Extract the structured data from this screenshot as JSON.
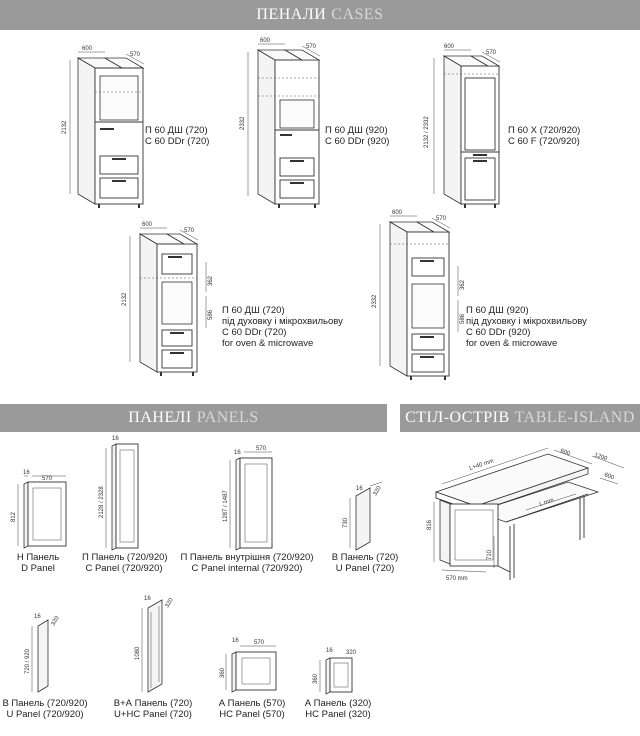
{
  "sections": {
    "cases": {
      "title_ua": "ПЕНАЛИ",
      "title_en": "CASES"
    },
    "panels": {
      "title_ua": "ПАНЕЛІ",
      "title_en": "PANELS"
    },
    "island": {
      "title_ua": "СТІЛ-ОСТРІВ",
      "title_en": "TABLE-ISLAND"
    }
  },
  "cases": [
    {
      "line1": "П 60 ДШ (720)",
      "line2": "С 60 DDr (720)",
      "dims": {
        "width": "600",
        "depth": "570",
        "height": "2132"
      }
    },
    {
      "line1": "П 60 ДШ (920)",
      "line2": "С 60 DDr (920)",
      "dims": {
        "width": "600",
        "depth": "570",
        "height": "2332"
      }
    },
    {
      "line1": "П 60 Х (720/920)",
      "line2": "С 60 F (720/920)",
      "dims": {
        "width": "600",
        "depth": "570",
        "height": "2132 / 2332"
      }
    },
    {
      "line1": "П 60 ДШ (720)",
      "line2": "під духовку і мікрохвильову",
      "line3": "С 60 DDr (720)",
      "line4": "for oven & microwave",
      "dims": {
        "width": "600",
        "depth": "570",
        "height": "2132",
        "upper": "362",
        "lower": "586"
      }
    },
    {
      "line1": "П 60 ДШ (920)",
      "line2": "під духовку і мікрохвильову",
      "line3": "С 60 DDr (920)",
      "line4": "for oven & microwave",
      "dims": {
        "width": "600",
        "depth": "570",
        "height": "2332",
        "upper": "362",
        "lower": "586"
      }
    }
  ],
  "panels": [
    {
      "line1": "Н Панель",
      "line2": "D Panel",
      "dims": {
        "t": "16",
        "w": "570",
        "h": "812"
      }
    },
    {
      "line1": "П Панель (720/920)",
      "line2": "C Panel (720/920)",
      "dims": {
        "t": "16",
        "w": "",
        "h": "2128 / 2328"
      }
    },
    {
      "line1": "П Панель внутрішня (720/920)",
      "line2": "C Panel internal (720/920)",
      "dims": {
        "t": "16",
        "w": "570",
        "h": "1287 / 1487"
      }
    },
    {
      "line1": "В Панель (720)",
      "line2": "U Panel (720)",
      "dims": {
        "t": "16",
        "w": "320",
        "h": "730"
      }
    },
    {
      "line1": "В Панель (720/920)",
      "line2": "U Panel (720/920)",
      "dims": {
        "t": "16",
        "w": "320",
        "h": "720 / 920"
      }
    },
    {
      "line1": "В+А Панель (720)",
      "line2": "U+HC Panel (720)",
      "dims": {
        "t": "16",
        "w": "320",
        "h": "1080"
      }
    },
    {
      "line1": "А Панель (570)",
      "line2": "HC Panel (570)",
      "dims": {
        "t": "16",
        "w": "570",
        "h": "360"
      }
    },
    {
      "line1": "А Панель (320)",
      "line2": "HC Panel (320)",
      "dims": {
        "t": "16",
        "w": "320",
        "h": "360"
      }
    }
  ],
  "island": {
    "dims": {
      "top": "L+40 mm",
      "d1": "600",
      "d2": "1200",
      "d3": "600",
      "length": "L mm",
      "height": "816",
      "leg": "710",
      "base": "570 mm"
    }
  }
}
